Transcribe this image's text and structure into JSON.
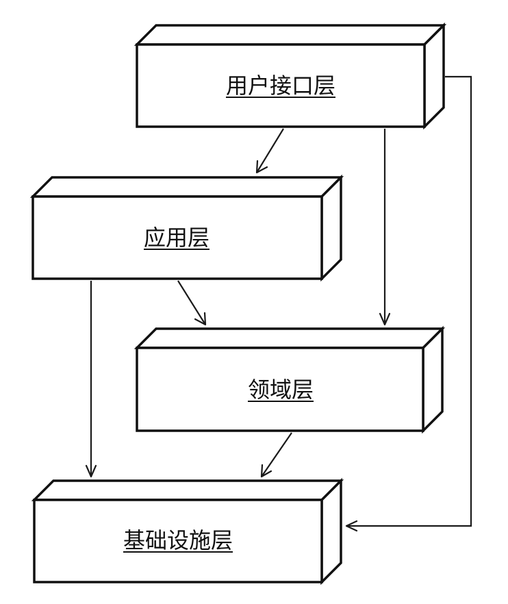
{
  "diagram": {
    "layers": {
      "ui": {
        "label": "用户接口层"
      },
      "application": {
        "label": "应用层"
      },
      "domain": {
        "label": "领域层"
      },
      "infrastructure": {
        "label": "基础设施层"
      }
    },
    "edges": [
      {
        "from": "ui",
        "to": "application"
      },
      {
        "from": "ui",
        "to": "domain"
      },
      {
        "from": "ui",
        "to": "infrastructure"
      },
      {
        "from": "application",
        "to": "domain"
      },
      {
        "from": "application",
        "to": "infrastructure"
      },
      {
        "from": "domain",
        "to": "infrastructure"
      }
    ]
  }
}
